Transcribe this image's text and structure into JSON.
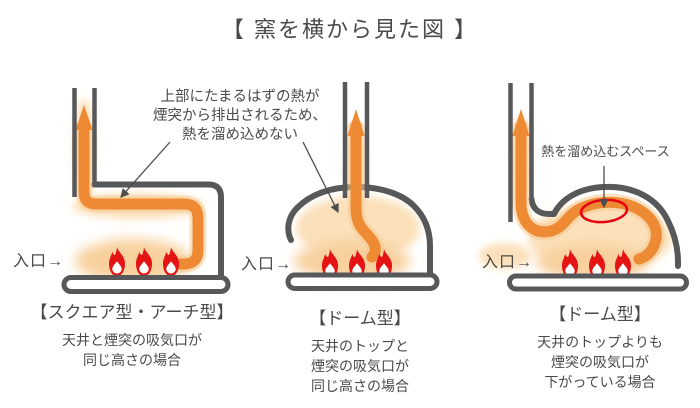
{
  "title": "【 窯を横から見た図 】",
  "entrance_label": "入口→",
  "annotations": {
    "no_storage": [
      "上部にたまるはずの熱が",
      "煙突から排出されるため、",
      "熱を溜め込めない"
    ],
    "storage": "熱を溜め込むスペース"
  },
  "kilns": [
    {
      "name": "【スクエア型・アーチ型】",
      "desc": [
        "天井と煙突の吸気口が",
        "同じ高さの場合"
      ]
    },
    {
      "name": "【ドーム型】",
      "desc": [
        "天井のトップと",
        "煙突の吸気口が",
        "同じ高さの場合"
      ]
    },
    {
      "name": "【ドーム型】",
      "desc": [
        "天井のトップよりも",
        "煙突の吸気口が",
        "下がっている場合"
      ]
    }
  ],
  "icons": [
    "flame-icon",
    "flow-arrow-icon",
    "pointer-arrow-icon",
    "heat-space-ellipse"
  ],
  "colors": {
    "outline": "#57585a",
    "orange": "#ed8a33",
    "halo": "#f8c990",
    "glow": "#fbe0ba",
    "glowstrong": "#f8d09e",
    "flame": "#e41414",
    "red": "#e60012",
    "text": "#4a4a4a"
  }
}
